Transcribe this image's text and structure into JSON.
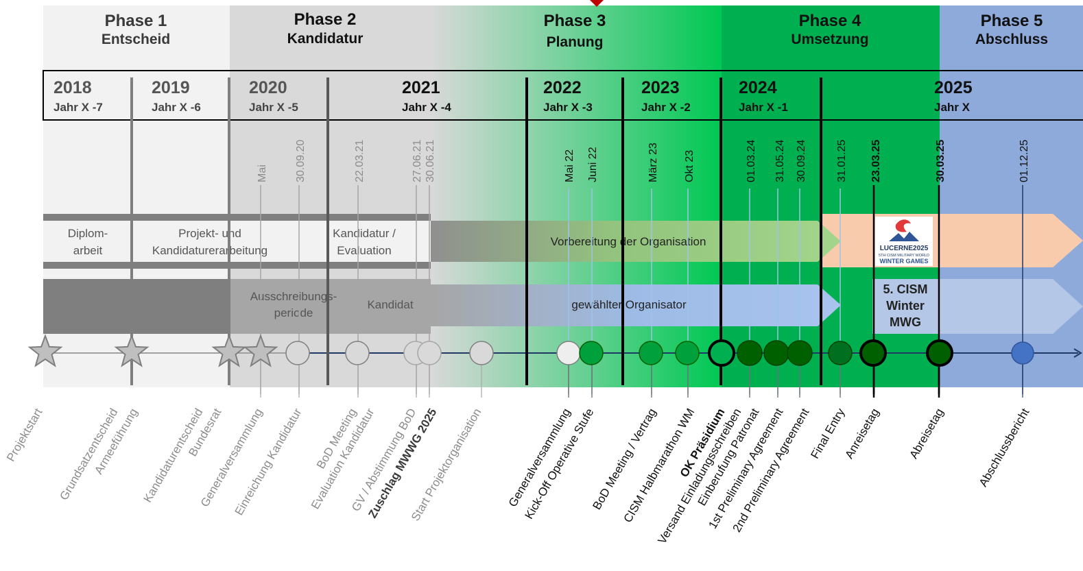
{
  "phases": [
    {
      "title": "Phase 1",
      "subtitle": "Entscheid"
    },
    {
      "title": "Phase 2",
      "subtitle": "Kandidatur"
    },
    {
      "title": "Phase 3",
      "subtitle": "Planung"
    },
    {
      "title": "Phase 4",
      "subtitle": "Umsetzung"
    },
    {
      "title": "Phase 5",
      "subtitle": "Abschluss"
    }
  ],
  "years": [
    {
      "year": "2018",
      "label": "Jahr X -7"
    },
    {
      "year": "2019",
      "label": "Jahr X -6"
    },
    {
      "year": "2020",
      "label": "Jahr X -5"
    },
    {
      "year": "2021",
      "label": "Jahr X -4"
    },
    {
      "year": "2022",
      "label": "Jahr X -3"
    },
    {
      "year": "2023",
      "label": "Jahr X -2"
    },
    {
      "year": "2024",
      "label": "Jahr X -1"
    },
    {
      "year": "2025",
      "label": "Jahr X"
    }
  ],
  "dates": [
    "Mai",
    "30.09.20",
    "22.03.21",
    "27.06.21",
    "30.06.21",
    "Mai 22",
    "Juni 22",
    "März 23",
    "Okt 23",
    "01.03.24",
    "31.05.24",
    "30.09.24",
    "31.01.25",
    "23.03.25",
    "30.03.25",
    "01.12.25"
  ],
  "band_upper": {
    "diplom_1": "Diplom-",
    "diplom_2": "arbeit",
    "projekt_1": "Projekt- und",
    "projekt_2": "Kandidaturerarbeitung",
    "kandidatur_1": "Kandidatur /",
    "kandidatur_2": "Evaluation",
    "vorbereitung": "Vorbereitung der Organisation"
  },
  "band_lower": {
    "ausschreibung_1": "Ausschreibungs-",
    "ausschreibung_2": "periode",
    "kandidat": "Kandidat",
    "organisator": "gewählter Organisator"
  },
  "event_logo": {
    "line1": "LUCERNE2025",
    "line2": "5TH CISM MILITARY WORLD",
    "line3": "WINTER GAMES"
  },
  "event_box": {
    "line1": "5. CISM",
    "line2": "Winter",
    "line3": "MWG"
  },
  "milestones": [
    "Projektstart",
    "Grundsatzentscheid",
    "Armeeführung",
    "Kandidaturentscheid",
    "Bundesrat",
    "Generalversammlung",
    "Einreichung Kandidatur",
    "BoD Meeting",
    "Evaluation Kandidatur",
    "GV / Abstimmung BoD",
    "Zuschlag MWWG 2025",
    "Start Projektorganisation",
    "Generalversammlung",
    "Kick-Off Operative Stufe",
    "BoD Meeting / Vertrag",
    "CISM Halbmarathon WM",
    "OK Präsidium",
    "Versand Einladungsschreiben",
    "Einberufung Patronat",
    "1st Preliminary Agreement",
    "2nd Preliminary Agreement",
    "Final Entry",
    "Anreisetag",
    "Abreisetag",
    "Abschlussbericht"
  ],
  "colors": {
    "phase1_bg": "#f2f2f2",
    "phase2_bg": "#d9d9d9",
    "phase4_bg": "#00b050",
    "phase5_bg": "#8eaadb",
    "gray_marker": "#bfbfbf",
    "green_marker": "#00a03c",
    "dark_green_marker": "#006000",
    "blue_marker": "#4472c4",
    "timeline_line": "#1f3864"
  }
}
